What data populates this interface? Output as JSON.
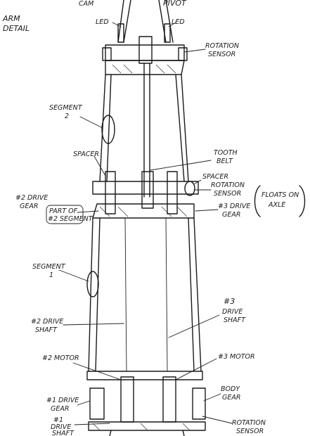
{
  "labels": {
    "arm_detail_1": "ARM",
    "arm_detail_2": "DETAIL",
    "top_left_cut": "CAM",
    "top_right_cut": "PIVOT",
    "led_left": "LED",
    "led_right": "LED",
    "rotation_sensor_top_1": "ROTATION",
    "rotation_sensor_top_2": "SENSOR",
    "segment2_1": "SEGMENT",
    "segment2_2": "2",
    "spacer_left": "SPACER",
    "tooth_belt_1": "TOOTH",
    "tooth_belt_2": "BELT",
    "spacer_right": "SPACER",
    "rotation_sensor_mid_1": "ROTATION",
    "rotation_sensor_mid_2": "SENSOR",
    "drive_gear2_1": "#2 DRIVE",
    "drive_gear2_2": "GEAR",
    "part_of_1": "PART OF",
    "part_of_2": "#2 SEGMENT",
    "drive_gear3_1": "#3 DRIVE",
    "drive_gear3_2": "GEAR",
    "floats_on_1": "FLOATS ON",
    "floats_on_2": "AXLE",
    "segment1_1": "SEGMENT",
    "segment1_2": "1",
    "drive_shaft3_1": "#3",
    "drive_shaft3_2": "DRIVE",
    "drive_shaft3_3": "SHAFT",
    "drive_shaft2_1": "#2 DRIVE",
    "drive_shaft2_2": "SHAFT",
    "motor2": "#2 MOTOR",
    "motor3": "#3 MOTOR",
    "drive_gear1_1": "#1 DRIVE",
    "drive_gear1_2": "GEAR",
    "body_gear_1": "BODY",
    "body_gear_2": "GEAR",
    "drive_shaft1_1": "#1",
    "drive_shaft1_2": "DRIVE",
    "drive_shaft1_3": "SHAFT",
    "rotation_sensor_bot_1": "ROTATION",
    "rotation_sensor_bot_2": "SENSOR"
  }
}
